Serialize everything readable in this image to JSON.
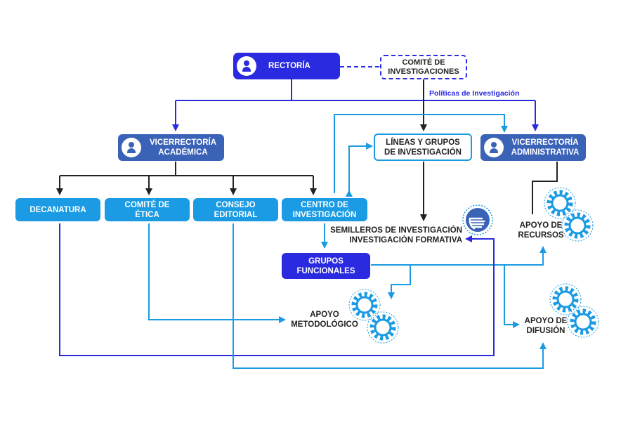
{
  "nodes": {
    "rectoria": "RECTORÍA",
    "comite_investigaciones_1": "COMITÉ DE",
    "comite_investigaciones_2": "INVESTIGACIONES",
    "politicas": "Políticas de Investigación",
    "vice_academica_1": "VICERRECTORÍA",
    "vice_academica_2": "ACADÉMICA",
    "lineas_1": "LÍNEAS Y GRUPOS",
    "lineas_2": "DE INVESTIGACIÓN",
    "vice_administrativa_1": "VICERRECTORÍA",
    "vice_administrativa_2": "ADMINISTRATIVA",
    "decanatura": "DECANATURA",
    "comite_etica_1": "COMITÉ DE",
    "comite_etica_2": "ÉTICA",
    "consejo_1": "CONSEJO",
    "consejo_2": "EDITORIAL",
    "centro_1": "CENTRO DE",
    "centro_2": "INVESTIGACIÓN",
    "semilleros_1": "SEMILLEROS DE INVESTIGACIÓN",
    "semilleros_2": "INVESTIGACIÓN FORMATIVA",
    "grupos_1": "GRUPOS",
    "grupos_2": "FUNCIONALES",
    "apoyo_recursos_1": "APOYO DE",
    "apoyo_recursos_2": "RECURSOS",
    "apoyo_metodologico_1": "APOYO",
    "apoyo_metodologico_2": "METODOLÓGICO",
    "apoyo_difusion_1": "APOYO DE",
    "apoyo_difusion_2": "DIFUSIÓN"
  },
  "icons": [
    "user-icon",
    "gear-icon",
    "hand-icon"
  ],
  "colors": {
    "navy": "#2a2ae0",
    "steel": "#3a63b8",
    "sky": "#1b9be3",
    "line_dark": "#222222",
    "line_navy": "#2a2ae0",
    "line_sky": "#1b9be3"
  }
}
